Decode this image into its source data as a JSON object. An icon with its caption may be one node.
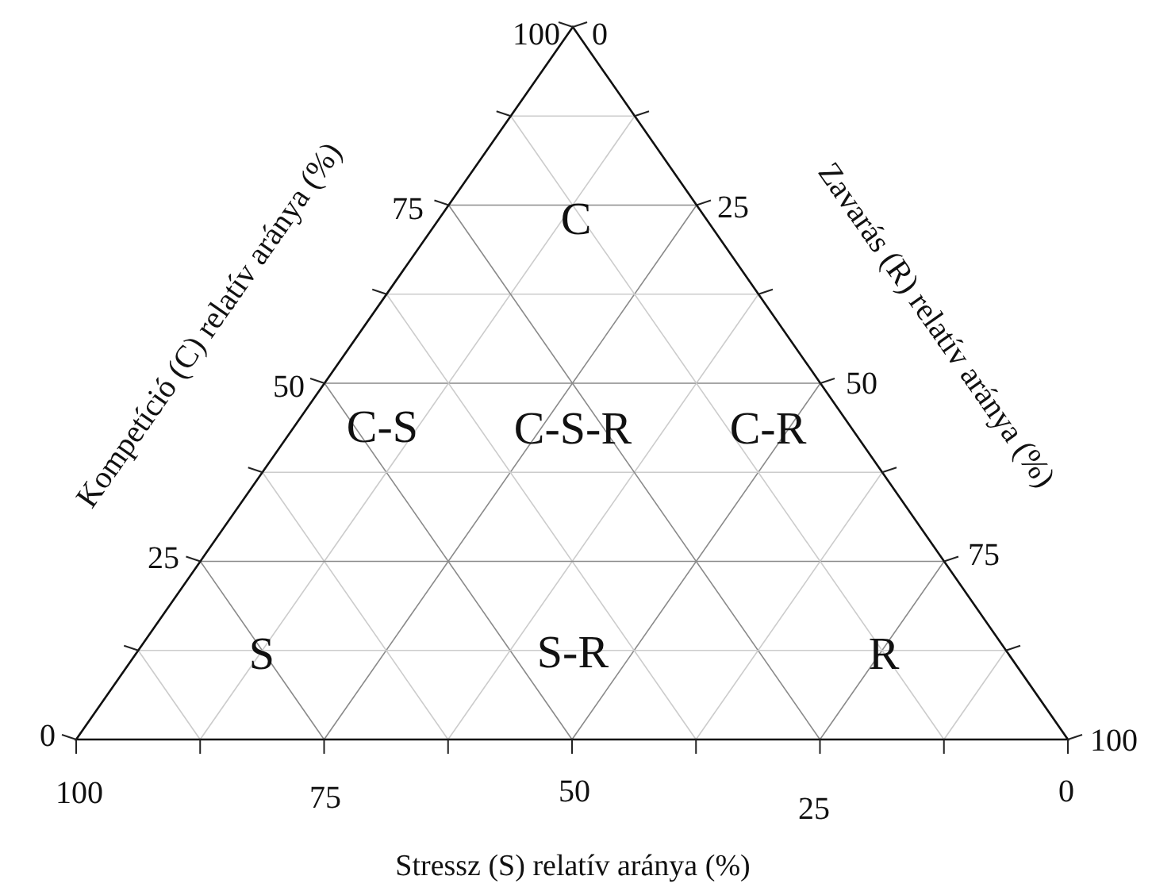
{
  "diagram": {
    "labels": [
      "100",
      "0",
      "Kompetíció (C) relatív aránya (%)",
      "Zavarás (R) relatív aránya (%)",
      "75",
      "C",
      "25",
      "50",
      "C-S",
      "C-S-R",
      "C-R",
      "50",
      "25",
      "75",
      "S",
      "S-R",
      "R",
      "0",
      "100",
      "100",
      "75",
      "50",
      "25",
      "0",
      "Stressz (S) relatív aránya (%)"
    ]
  }
}
